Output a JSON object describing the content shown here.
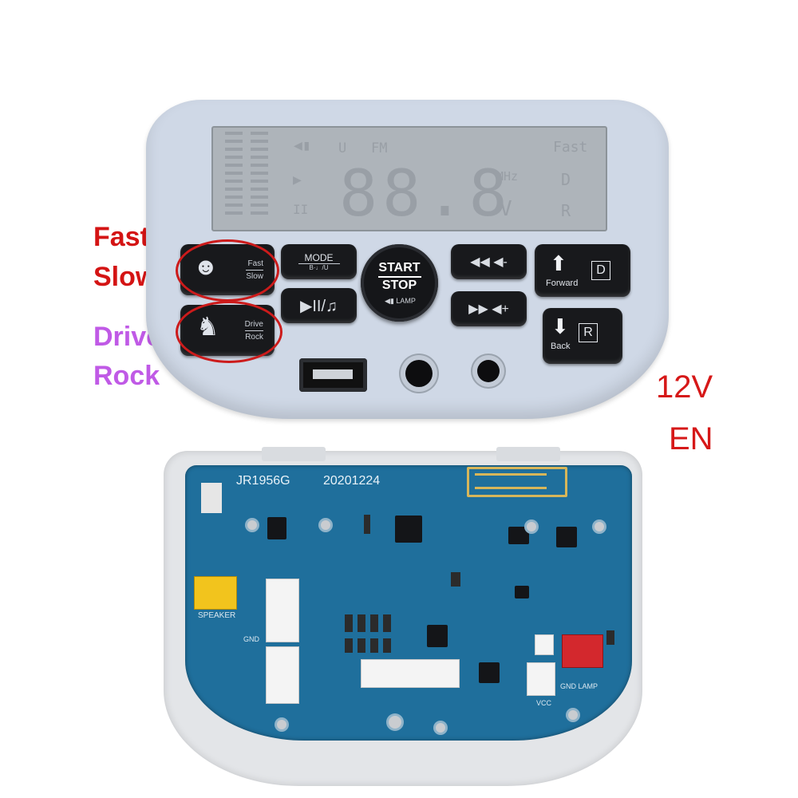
{
  "side_labels": {
    "fast": "Fast",
    "slow": "Slow",
    "drive": "Drive",
    "rock": "Rock",
    "voltage": "12V",
    "language": "EN"
  },
  "lcd": {
    "u": "U",
    "fm": "FM",
    "fast": "Fast",
    "digits": "88.8",
    "mhz": "MHz",
    "d": "D",
    "v": "V",
    "r": "R"
  },
  "buttons": {
    "fast_top": "Fast",
    "fast_bottom": "Slow",
    "drive_top": "Drive",
    "drive_bottom": "Rock",
    "mode": "MODE",
    "play": "▶II/♫",
    "start": "START",
    "stop": "STOP",
    "lamp": "LAMP",
    "prev": "◀◀ ◀-",
    "next": "▶▶ ◀+",
    "forward": "Forward",
    "forward_key": "D",
    "back": "Back",
    "back_key": "R"
  },
  "pcb": {
    "model": "JR1956G",
    "date": "20201224",
    "speaker": "SPEAKER",
    "gnd_lamp": "GND LAMP",
    "vcc": "VCC",
    "gnd": "GND"
  },
  "colors": {
    "panel": "#cfd8e6",
    "pcb": "#1f6f9c",
    "highlight_outline": "#cc1b1b",
    "label_red": "#d41414",
    "label_purple": "#c05ae6"
  }
}
